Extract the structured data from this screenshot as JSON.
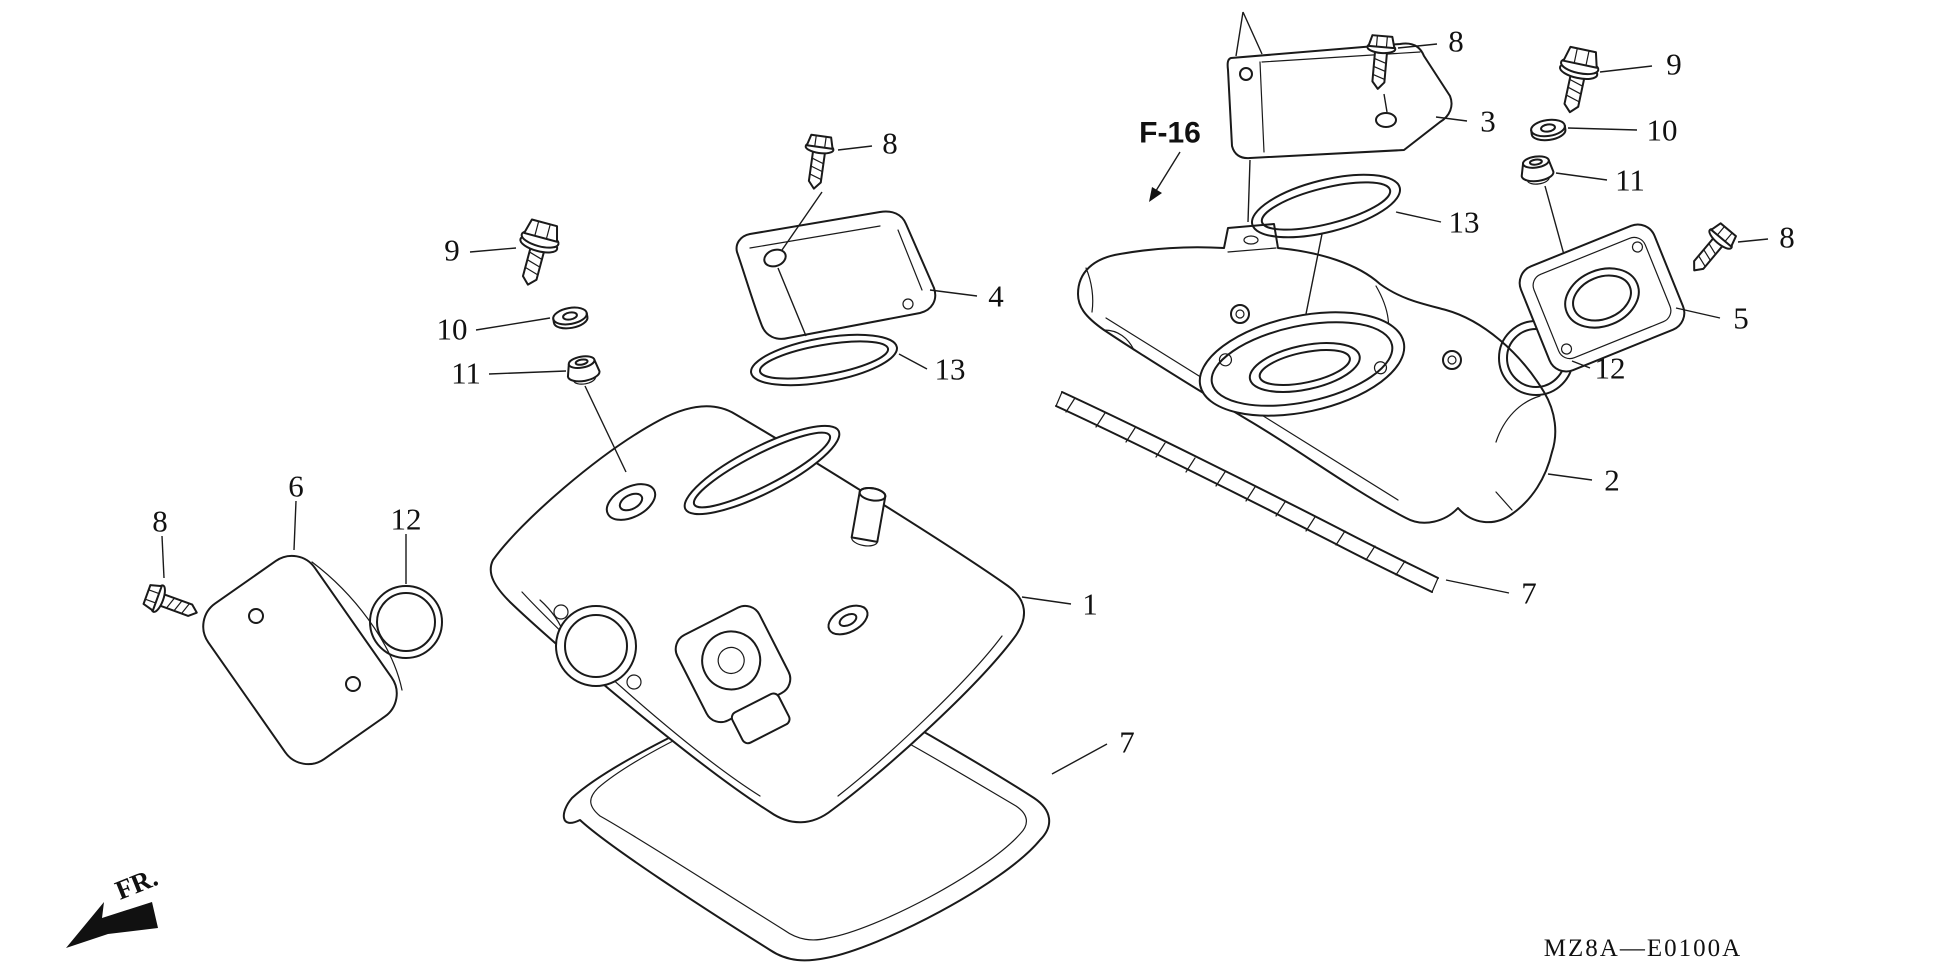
{
  "diagram": {
    "code": "MZ8A—E0100A",
    "figure_ref": "F-16",
    "front_label": "FR."
  },
  "callouts": [
    {
      "label": "8"
    },
    {
      "label": "9"
    },
    {
      "label": "10"
    },
    {
      "label": "11"
    },
    {
      "label": "4"
    },
    {
      "label": "13"
    },
    {
      "label": "6"
    },
    {
      "label": "8"
    },
    {
      "label": "12"
    },
    {
      "label": "1"
    },
    {
      "label": "7"
    },
    {
      "label": "8"
    },
    {
      "label": "9"
    },
    {
      "label": "3"
    },
    {
      "label": "10"
    },
    {
      "label": "11"
    },
    {
      "label": "13"
    },
    {
      "label": "8"
    },
    {
      "label": "5"
    },
    {
      "label": "12"
    },
    {
      "label": "2"
    },
    {
      "label": "7"
    }
  ]
}
